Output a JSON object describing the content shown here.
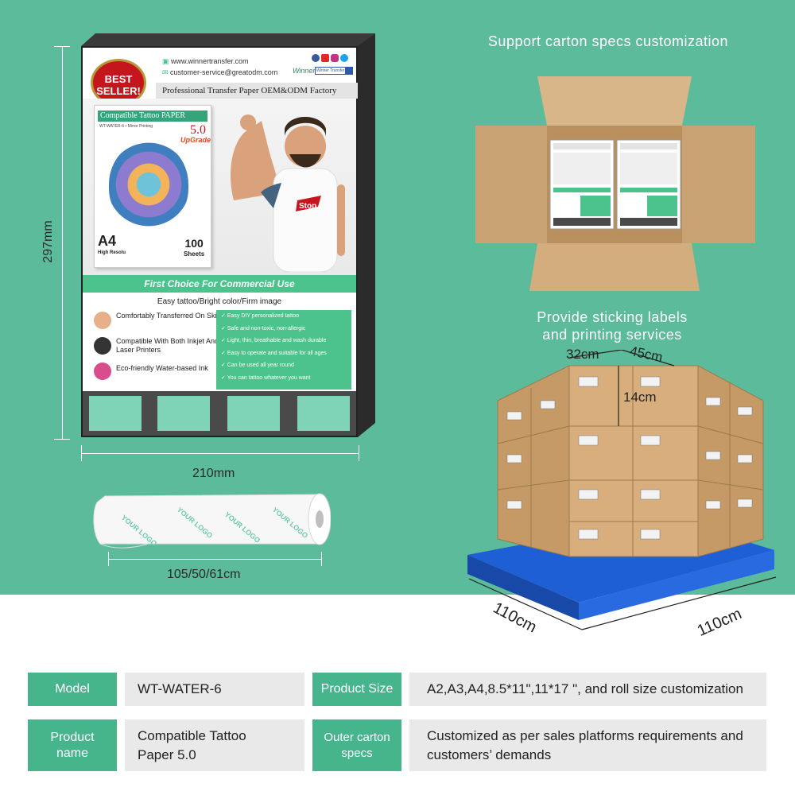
{
  "package": {
    "badge_line1": "BEST",
    "badge_line2": "SELLER!",
    "website": "www.winnertransfer.com",
    "email": "customer-service@greatodm.com",
    "brand": "Winner",
    "search_text": "Winner Transfer",
    "factory_line": "Professional Transfer Paper OEM&ODM Factory",
    "inner_title": "Compatible Tattoo PAPER",
    "inner_model": "WT-WATER-6  •  Mirror Printing",
    "inner_version": "5.0",
    "inner_upgrade": "UpGrade",
    "size_label": "A4",
    "size_sub": "High Resolu",
    "sheet_count": "100",
    "sheet_unit": "Sheets",
    "shirt_text": "Stop",
    "band_text": "First Choice For Commercial Use",
    "tagline": "Easy tattoo/Bright color/Firm image",
    "features": [
      "Comfortably Transferred On Skin",
      "Compatible With Both Inkjet And Laser Printers",
      "Eco-friendly Water-based Ink"
    ],
    "benefits": [
      "Easy DIY personalized tattoo",
      "Safe and non-toxic, non-allergic",
      "Light, thin, breathable and wash durable",
      "Easy to operate and suitable for all ages",
      "Can be used all year round",
      "You can tattoo whatever you want"
    ]
  },
  "dimensions": {
    "height": "297mm",
    "width": "210mm",
    "roll": "105/50/61cm",
    "roll_logo": "YOUR LOGO"
  },
  "carton": {
    "headline": "Support carton specs customization"
  },
  "pallet": {
    "headline_line1": "Provide sticking labels",
    "headline_line2": "and printing services",
    "box_length": "32cm",
    "box_width": "45cm",
    "box_height": "14cm",
    "pallet_left": "110cm",
    "pallet_right": "110cm"
  },
  "specs": [
    {
      "label": "Model",
      "value": "WT-WATER-6"
    },
    {
      "label": "Product Size",
      "value": "A2,A3,A4,8.5*11\",11*17 \", and roll size customization"
    },
    {
      "label": "Product name",
      "value": "Compatible Tattoo Paper 5.0"
    },
    {
      "label": "Outer carton specs",
      "value": "Customized as per sales platforms requirements and customers’  demands"
    }
  ],
  "colors": {
    "background_green": "#5bbb9a",
    "table_green": "#47b58b",
    "table_gray": "#e9e9e9",
    "carton_brown": "#c9a273",
    "pallet_blue": "#1e5fd6"
  }
}
